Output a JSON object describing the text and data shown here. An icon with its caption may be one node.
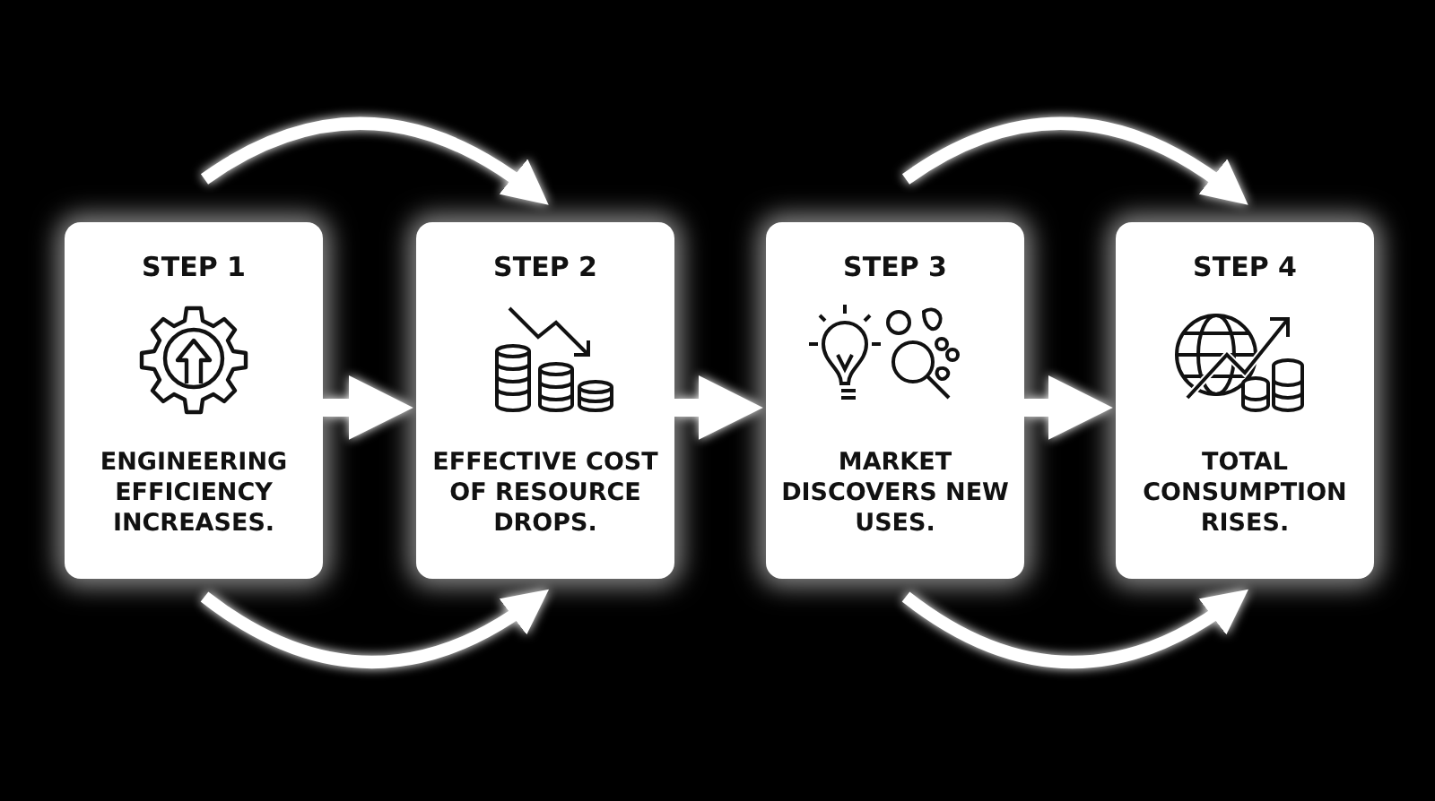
{
  "diagram": {
    "nodes": [
      {
        "text": [
          "STEP 1",
          "ENGINEERING EFFICIENCY INCREASES."
        ]
      },
      {
        "text": [
          "STEP 2",
          "EFFECTIVE COST OF RESOURCE DROPS."
        ]
      },
      {
        "text": [
          "STEP 3",
          "MARKET DISCOVERS NEW USES."
        ]
      },
      {
        "text": [
          "STEP 4",
          "TOTAL CONSUMPTION RISES."
        ]
      }
    ],
    "edges": [
      {
        "from": 0,
        "to": 1,
        "arrow": "to"
      },
      {
        "from": 1,
        "to": 2,
        "arrow": "to"
      },
      {
        "from": 2,
        "to": 3,
        "arrow": "to"
      },
      {
        "from": 0,
        "to": 1,
        "arrow": "to"
      },
      {
        "from": 0,
        "to": 1,
        "arrow": "to"
      },
      {
        "from": 2,
        "to": 3,
        "arrow": "to"
      },
      {
        "from": 2,
        "to": 3,
        "arrow": "to"
      }
    ]
  }
}
